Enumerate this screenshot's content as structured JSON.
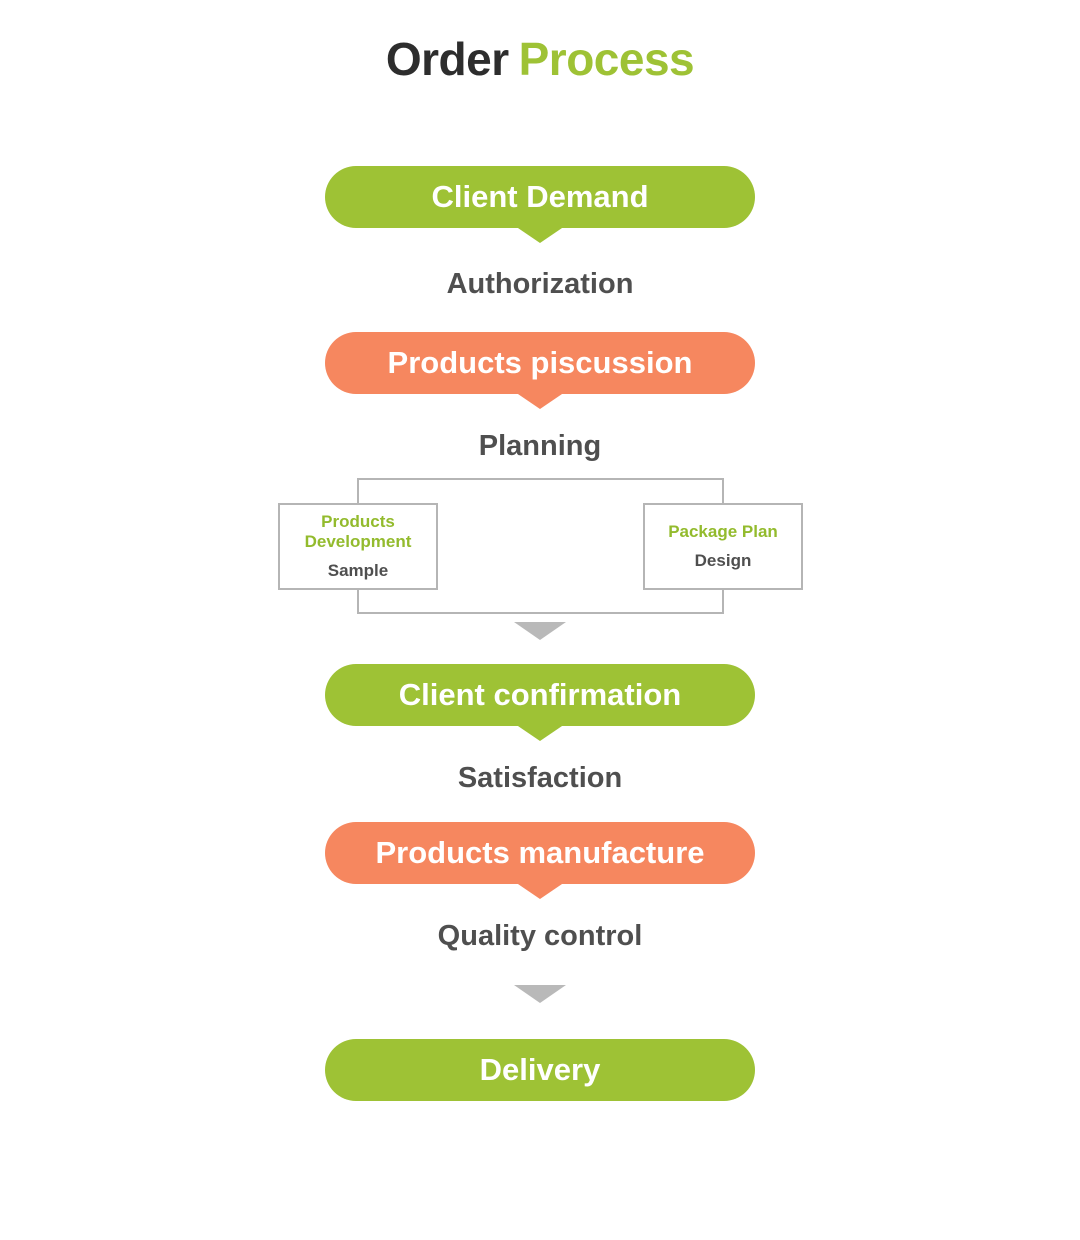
{
  "title": {
    "part1": "Order",
    "part2": "Process"
  },
  "colors": {
    "green": "#9ec235",
    "orange": "#f6875f",
    "label_text": "#4f4f4f",
    "branch_title_green": "#93bb2d",
    "arrow_gray": "#b9b9b9",
    "line_gray": "#b5b5b5",
    "title_dark": "#2d2d2d"
  },
  "flow": {
    "steps": [
      {
        "label": "Client Demand",
        "color": "green"
      },
      {
        "label": "Products piscussion",
        "color": "orange"
      },
      {
        "label": "Client confirmation",
        "color": "green"
      },
      {
        "label": "Products manufacture",
        "color": "orange"
      },
      {
        "label": "Delivery",
        "color": "green"
      }
    ],
    "connectors": [
      "Authorization",
      "Planning",
      "Satisfaction",
      "Quality control"
    ],
    "branch": {
      "left": {
        "title": "Products Development",
        "subtitle": "Sample"
      },
      "right": {
        "title": "Package Plan",
        "subtitle": "Design"
      }
    }
  }
}
